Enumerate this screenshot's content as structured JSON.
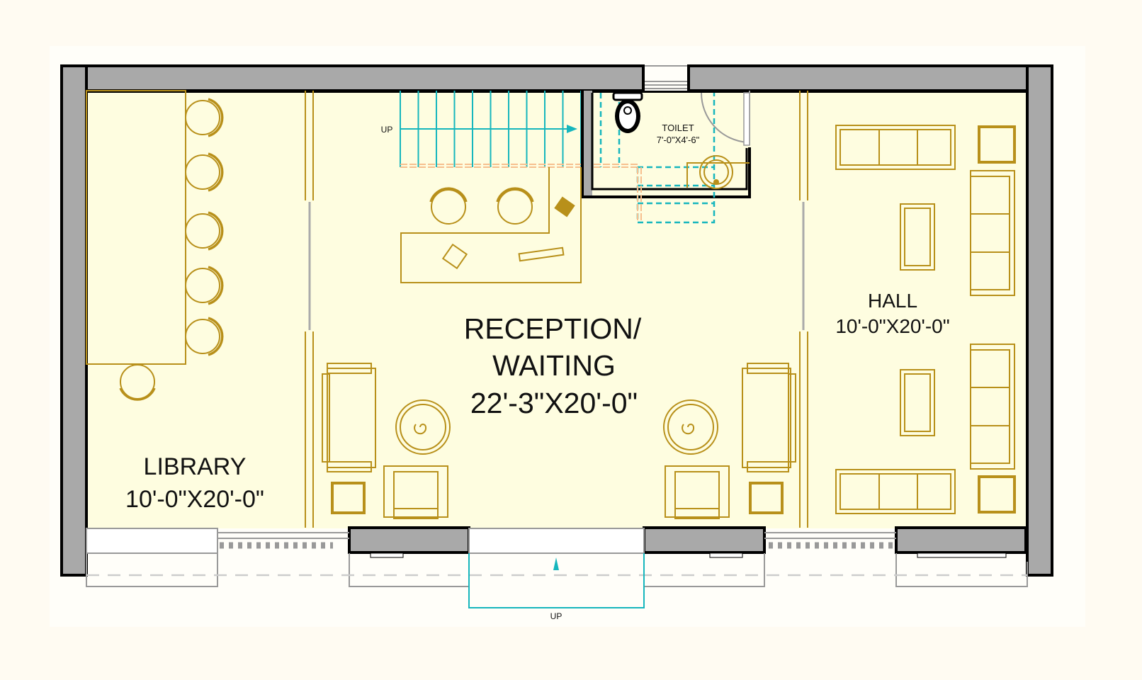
{
  "rooms": {
    "reception": {
      "line1": "RECEPTION/",
      "line2": "WAITING",
      "size": "22'-3\"X20'-0\""
    },
    "library": {
      "name": "LIBRARY",
      "size": "10'-0\"X20'-0\""
    },
    "hall": {
      "name": "HALL",
      "size": "10'-0\"X20'-0\""
    },
    "toilet": {
      "name": "TOILET",
      "size": "7'-0\"X4'-6\""
    }
  },
  "stairs": {
    "internal_label": "UP",
    "entrance_label": "UP"
  },
  "colors": {
    "floor": "#fefde0",
    "wall": "#a9a9a9",
    "furniture": "#b8901a",
    "stair": "#16b6bd"
  }
}
